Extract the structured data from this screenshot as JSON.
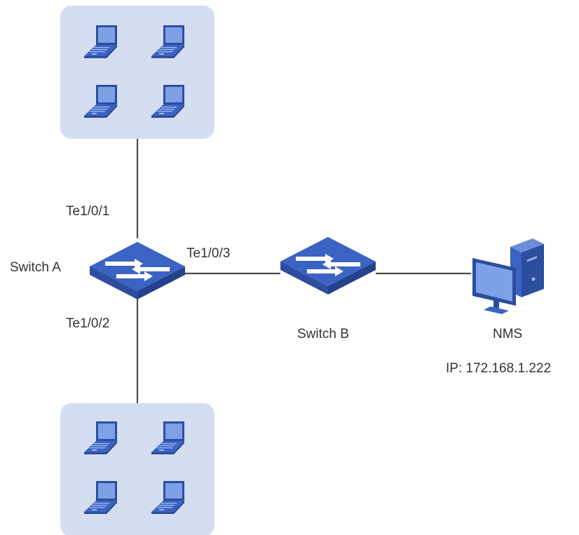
{
  "labels": {
    "switch_a": "Switch A",
    "switch_b": "Switch B",
    "port_1": "Te1/0/1",
    "port_2": "Te1/0/2",
    "port_3": "Te1/0/3",
    "nms": "NMS",
    "nms_ip": "IP: 172.168.1.222"
  },
  "colors": {
    "group_background": "#d5def0",
    "device_blue": "#3b63c3",
    "device_dark": "#2d4e9e",
    "device_light": "#6d8fd9",
    "link_line": "#4d4d4d",
    "text": "#333333"
  },
  "icons": {
    "host": "laptop-icon",
    "switch": "switch-icon",
    "nms": "desktop-computer-icon"
  }
}
